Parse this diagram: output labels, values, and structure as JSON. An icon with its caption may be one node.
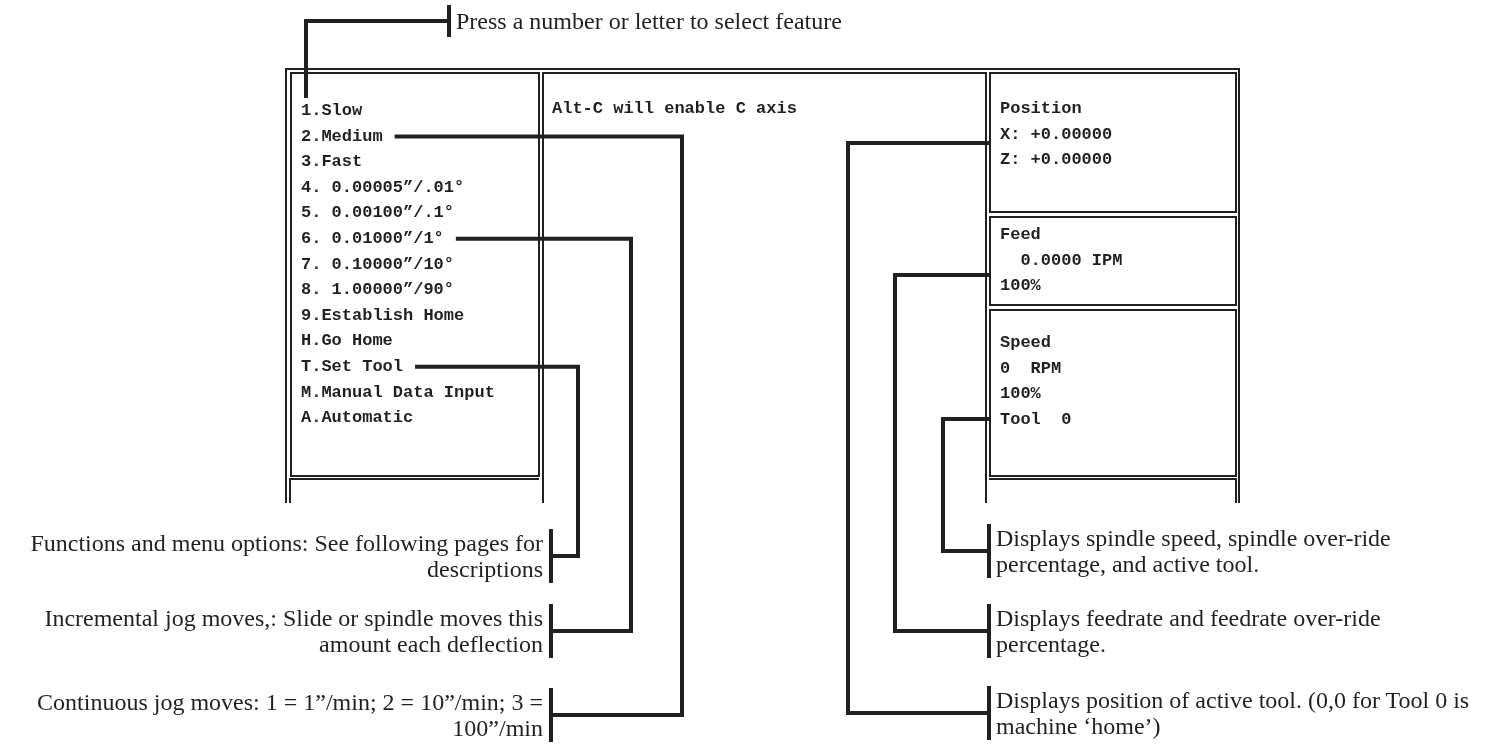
{
  "diagram": {
    "nodes": [
      {
        "text": [],
        "shape": "box"
      },
      {
        "text": [],
        "shape": "box",
        "in": 0
      },
      {
        "text": [
          "1.Slow"
        ],
        "in": 1
      },
      {
        "text": [
          "2.Medium"
        ],
        "in": 1
      },
      {
        "text": [
          "3.Fast"
        ],
        "in": 1
      },
      {
        "text": [
          "4. 0.00005”/.01°"
        ],
        "in": 1
      },
      {
        "text": [
          "5. 0.00100”/.1°"
        ],
        "in": 1
      },
      {
        "text": [
          "6. 0.01000”/1°"
        ],
        "in": 1
      },
      {
        "text": [
          "7. 0.10000”/10°"
        ],
        "in": 1
      },
      {
        "text": [
          "8. 1.00000”/90°"
        ],
        "in": 1
      },
      {
        "text": [
          "9.Establish Home"
        ],
        "in": 1
      },
      {
        "text": [
          "H.Go Home"
        ],
        "in": 1
      },
      {
        "text": [
          "T.Set Tool"
        ],
        "in": 1
      },
      {
        "text": [
          "M.Manual Data Input"
        ],
        "in": 1
      },
      {
        "text": [
          "A.Automatic"
        ],
        "in": 1
      },
      {
        "text": [
          "Alt-C will enable C axis"
        ],
        "in": 0
      },
      {
        "text": [
          "Position",
          "X: +0.00000",
          "Z: +0.00000"
        ],
        "in": 0
      },
      {
        "text": [
          "Feed",
          "0.0000 IPM",
          "100%"
        ],
        "in": 0
      },
      {
        "text": [
          "Speed",
          "0  RPM",
          "100%",
          "Tool  0"
        ],
        "in": 0
      },
      {
        "text": [
          "Press a number or letter to select feature"
        ]
      },
      {
        "text": [
          "Functions and menu options: See following pages for descriptions"
        ]
      },
      {
        "text": [
          "Incremental jog moves,: Slide or spindle moves this amount each deflection"
        ]
      },
      {
        "text": [
          "Continuous jog moves: 1 = 1”/min; 2 = 10”/min; 3 = 100”/min"
        ]
      },
      {
        "text": [
          "Displays spindle speed, spindle over-ride percentage, and active tool."
        ]
      },
      {
        "text": [
          "Displays feedrate and feedrate over-ride percentage."
        ]
      },
      {
        "text": [
          "Displays position of active tool. (0,0 for Tool 0 is machine ‘home’)"
        ]
      }
    ],
    "edges": [
      {
        "from": 19,
        "to": 2,
        "arrow": "none"
      },
      {
        "from": 20,
        "to": 12,
        "arrow": "none"
      },
      {
        "from": 21,
        "to": 7,
        "arrow": "none"
      },
      {
        "from": 22,
        "to": 3,
        "arrow": "none"
      },
      {
        "from": 23,
        "to": 18,
        "arrow": "none"
      },
      {
        "from": 24,
        "to": 17,
        "arrow": "none"
      },
      {
        "from": 25,
        "to": 16,
        "arrow": "none"
      }
    ]
  }
}
